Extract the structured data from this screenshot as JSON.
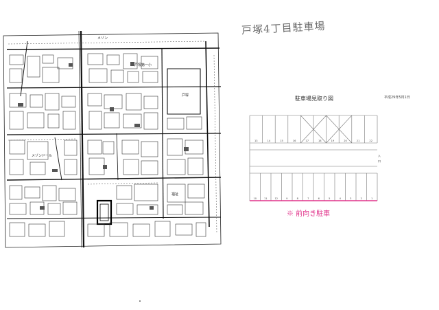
{
  "header": {
    "handwritten_title": "戸塚4丁目駐車場"
  },
  "plan": {
    "title": "駐車場見取り図",
    "date": "平成29年5月1日",
    "top_row_numbers": [
      "13",
      "14",
      "15",
      "16",
      "17",
      "18",
      "19",
      "20",
      "21",
      "22"
    ],
    "bottom_row_numbers": [
      "10",
      "11",
      "12",
      "9",
      "8",
      "7",
      "6",
      "5",
      "4",
      "3",
      "2",
      "1"
    ],
    "entrance_label": "入口",
    "note": "※ 前向き駐車",
    "highlight_color": "#e0328a"
  },
  "map": {
    "labels": [
      "メゾン",
      "戸塚",
      "戸塚第一小",
      "メゾンドール",
      "福祉"
    ]
  }
}
